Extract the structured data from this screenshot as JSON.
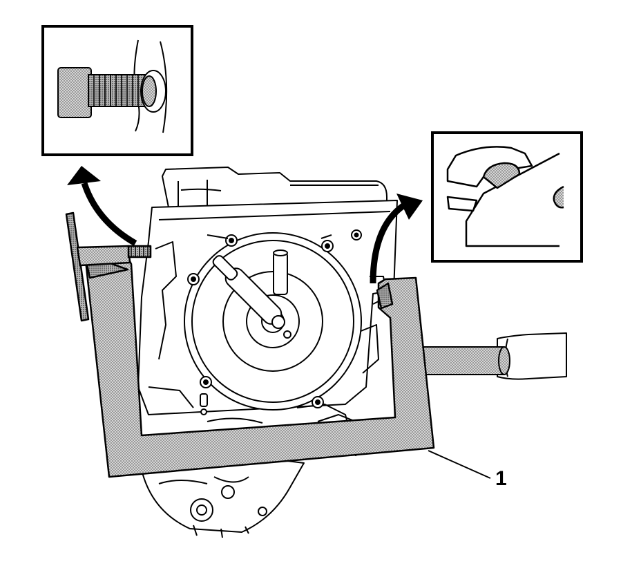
{
  "figure": {
    "callouts": [
      {
        "id": "1",
        "label": "1",
        "target": "engine-support-fixture"
      }
    ],
    "detail_views": [
      "fixture-bolt-detail",
      "fixture-hook-detail"
    ],
    "colors": {
      "line": "#000000",
      "background": "#ffffff",
      "tool_fill": "#bdbdbd",
      "bolt_fill": "#9a9a9a"
    }
  }
}
